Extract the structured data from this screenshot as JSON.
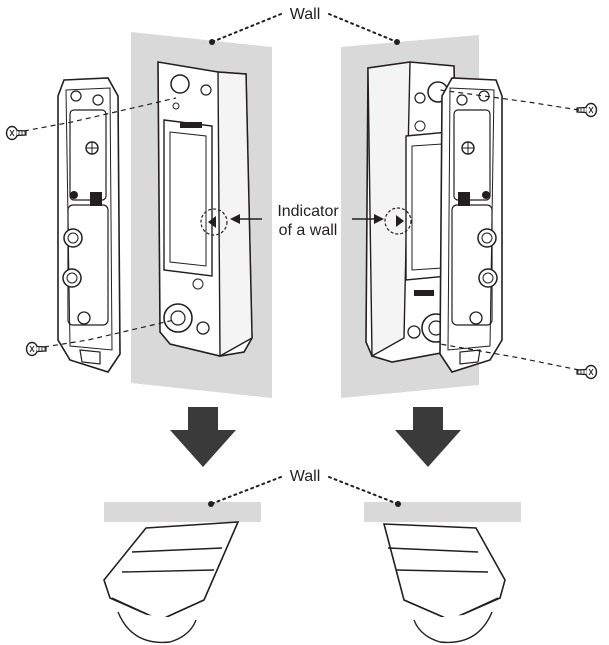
{
  "labels": {
    "wall_top": "Wall",
    "indicator_line1": "Indicator",
    "indicator_line2": "of a wall",
    "wall_bottom": "Wall"
  },
  "colors": {
    "wall": "#d9d9d9",
    "line": "#231f20",
    "arrow": "#3a3a3a",
    "fill": "#ffffff"
  }
}
